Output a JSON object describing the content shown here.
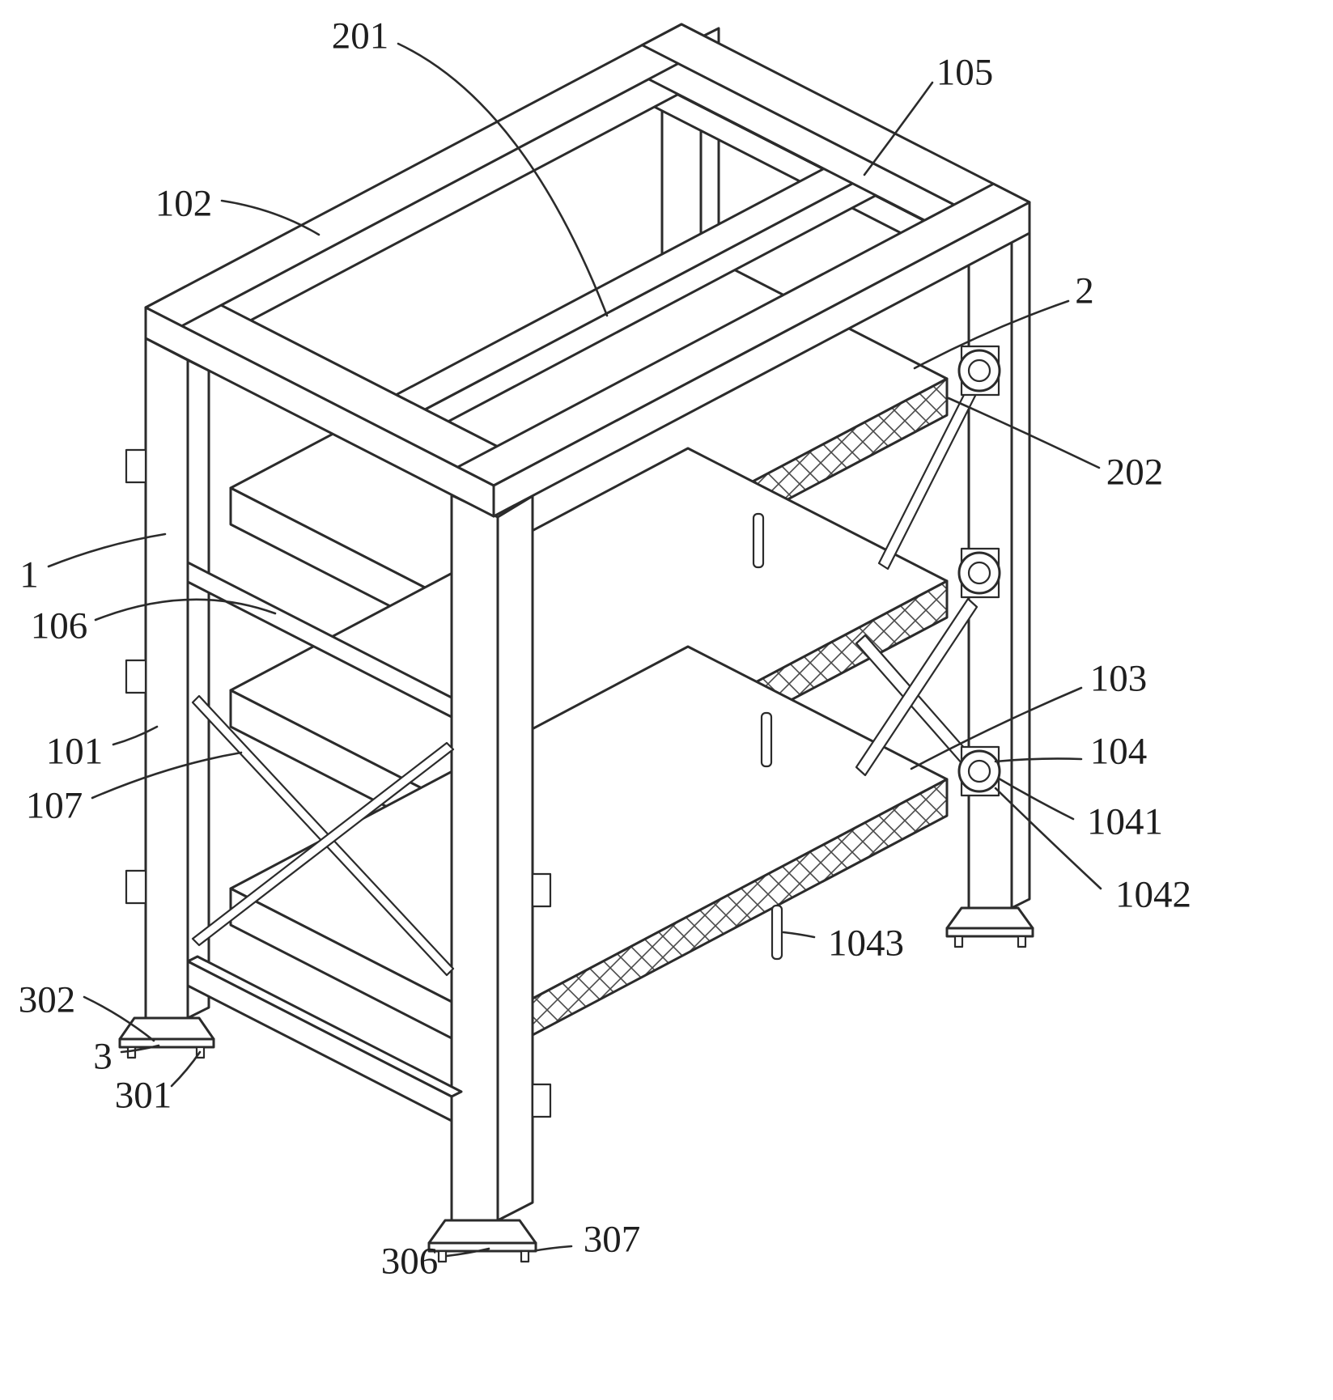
{
  "figure": {
    "kind": "patent-line-drawing",
    "subject": "isometric-shelving-rack",
    "background": "#ffffff",
    "line_color": "#2b2b2b",
    "labels": [
      {
        "id": "201",
        "text": "201"
      },
      {
        "id": "105",
        "text": "105"
      },
      {
        "id": "102",
        "text": "102"
      },
      {
        "id": "2",
        "text": "2"
      },
      {
        "id": "202",
        "text": "202"
      },
      {
        "id": "1",
        "text": "1"
      },
      {
        "id": "106",
        "text": "106"
      },
      {
        "id": "101",
        "text": "101"
      },
      {
        "id": "107",
        "text": "107"
      },
      {
        "id": "103",
        "text": "103"
      },
      {
        "id": "104",
        "text": "104"
      },
      {
        "id": "1041",
        "text": "1041"
      },
      {
        "id": "1042",
        "text": "1042"
      },
      {
        "id": "1043",
        "text": "1043"
      },
      {
        "id": "302",
        "text": "302"
      },
      {
        "id": "3",
        "text": "3"
      },
      {
        "id": "301",
        "text": "301"
      },
      {
        "id": "306",
        "text": "306"
      },
      {
        "id": "307",
        "text": "307"
      }
    ]
  }
}
